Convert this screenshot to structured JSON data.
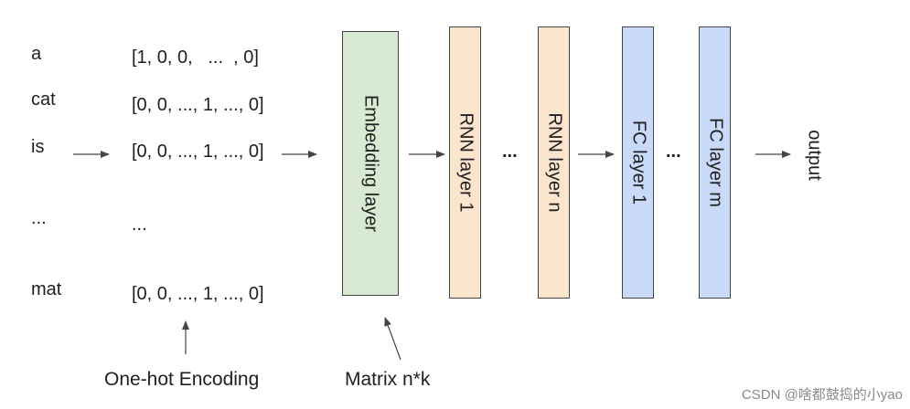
{
  "words": [
    "a",
    "cat",
    "is",
    "...",
    "mat"
  ],
  "vectors": [
    "[1, 0, 0,   ...  , 0]",
    "[0, 0, ..., 1, ..., 0]",
    "[0, 0, ..., 1, ..., 0]",
    "...",
    "[0, 0, ..., 1, ..., 0]"
  ],
  "layers": {
    "embedding": "Embedding layer",
    "rnn1": "RNN layer 1",
    "rnn_n": "RNN layer n",
    "fc1": "FC layer 1",
    "fc_m": "FC layer m"
  },
  "ellipsis": "...",
  "output_label": "output",
  "captions": {
    "one_hot": "One-hot Encoding",
    "matrix": "Matrix n*k"
  },
  "watermark": "CSDN @啥都鼓捣的小yao",
  "colors": {
    "embedding": "#d9ead3",
    "rnn": "#fce5cd",
    "fc": "#c9daf8"
  }
}
